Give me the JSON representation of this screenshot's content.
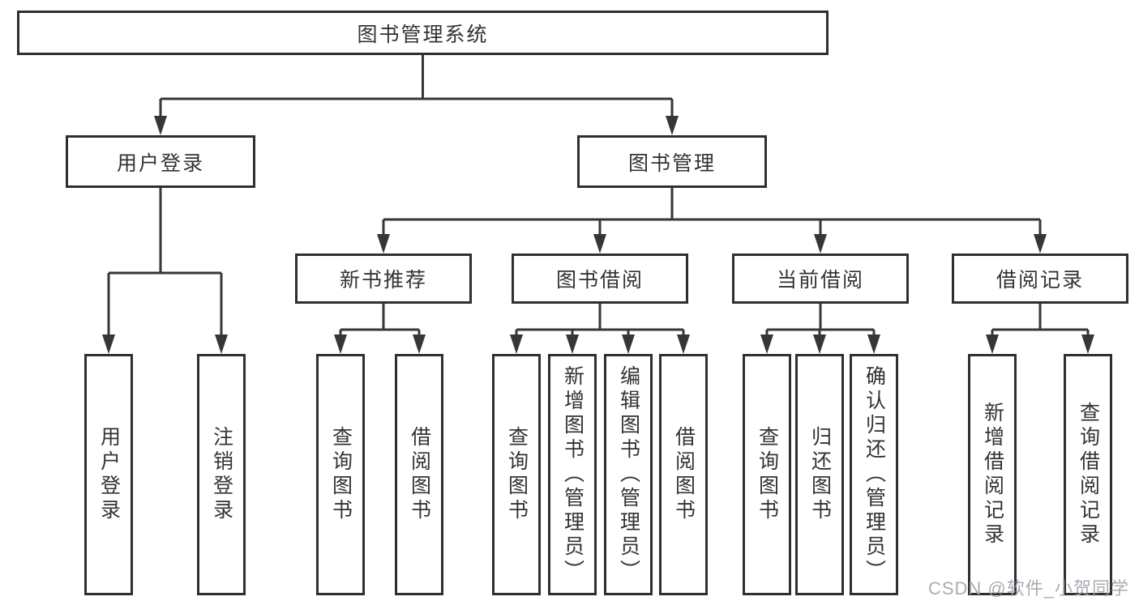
{
  "diagram": {
    "root": {
      "label": "图书管理系统"
    },
    "branches": [
      {
        "label": "用户登录",
        "children": [
          {
            "label": "用户登录"
          },
          {
            "label": "注销登录"
          }
        ]
      },
      {
        "label": "图书管理",
        "children": [
          {
            "label": "新书推荐",
            "children": [
              {
                "label": "查询图书"
              },
              {
                "label": "借阅图书"
              }
            ]
          },
          {
            "label": "图书借阅",
            "children": [
              {
                "label": "查询图书"
              },
              {
                "label": "新增图书（管理员）"
              },
              {
                "label": "编辑图书（管理员）"
              },
              {
                "label": "借阅图书"
              }
            ]
          },
          {
            "label": "当前借阅",
            "children": [
              {
                "label": "查询图书"
              },
              {
                "label": "归还图书"
              },
              {
                "label": "确认归还（管理员）"
              }
            ]
          },
          {
            "label": "借阅记录",
            "children": [
              {
                "label": "新增借阅记录"
              },
              {
                "label": "查询借阅记录"
              }
            ]
          }
        ]
      }
    ]
  },
  "watermark": {
    "text": "CSDN @软件_小贺同学"
  },
  "colors": {
    "box_border": "#2f2f2f",
    "connector_line": "#363636",
    "text": "#333333",
    "watermark": "#a5a8af",
    "background": "#ffffff"
  }
}
